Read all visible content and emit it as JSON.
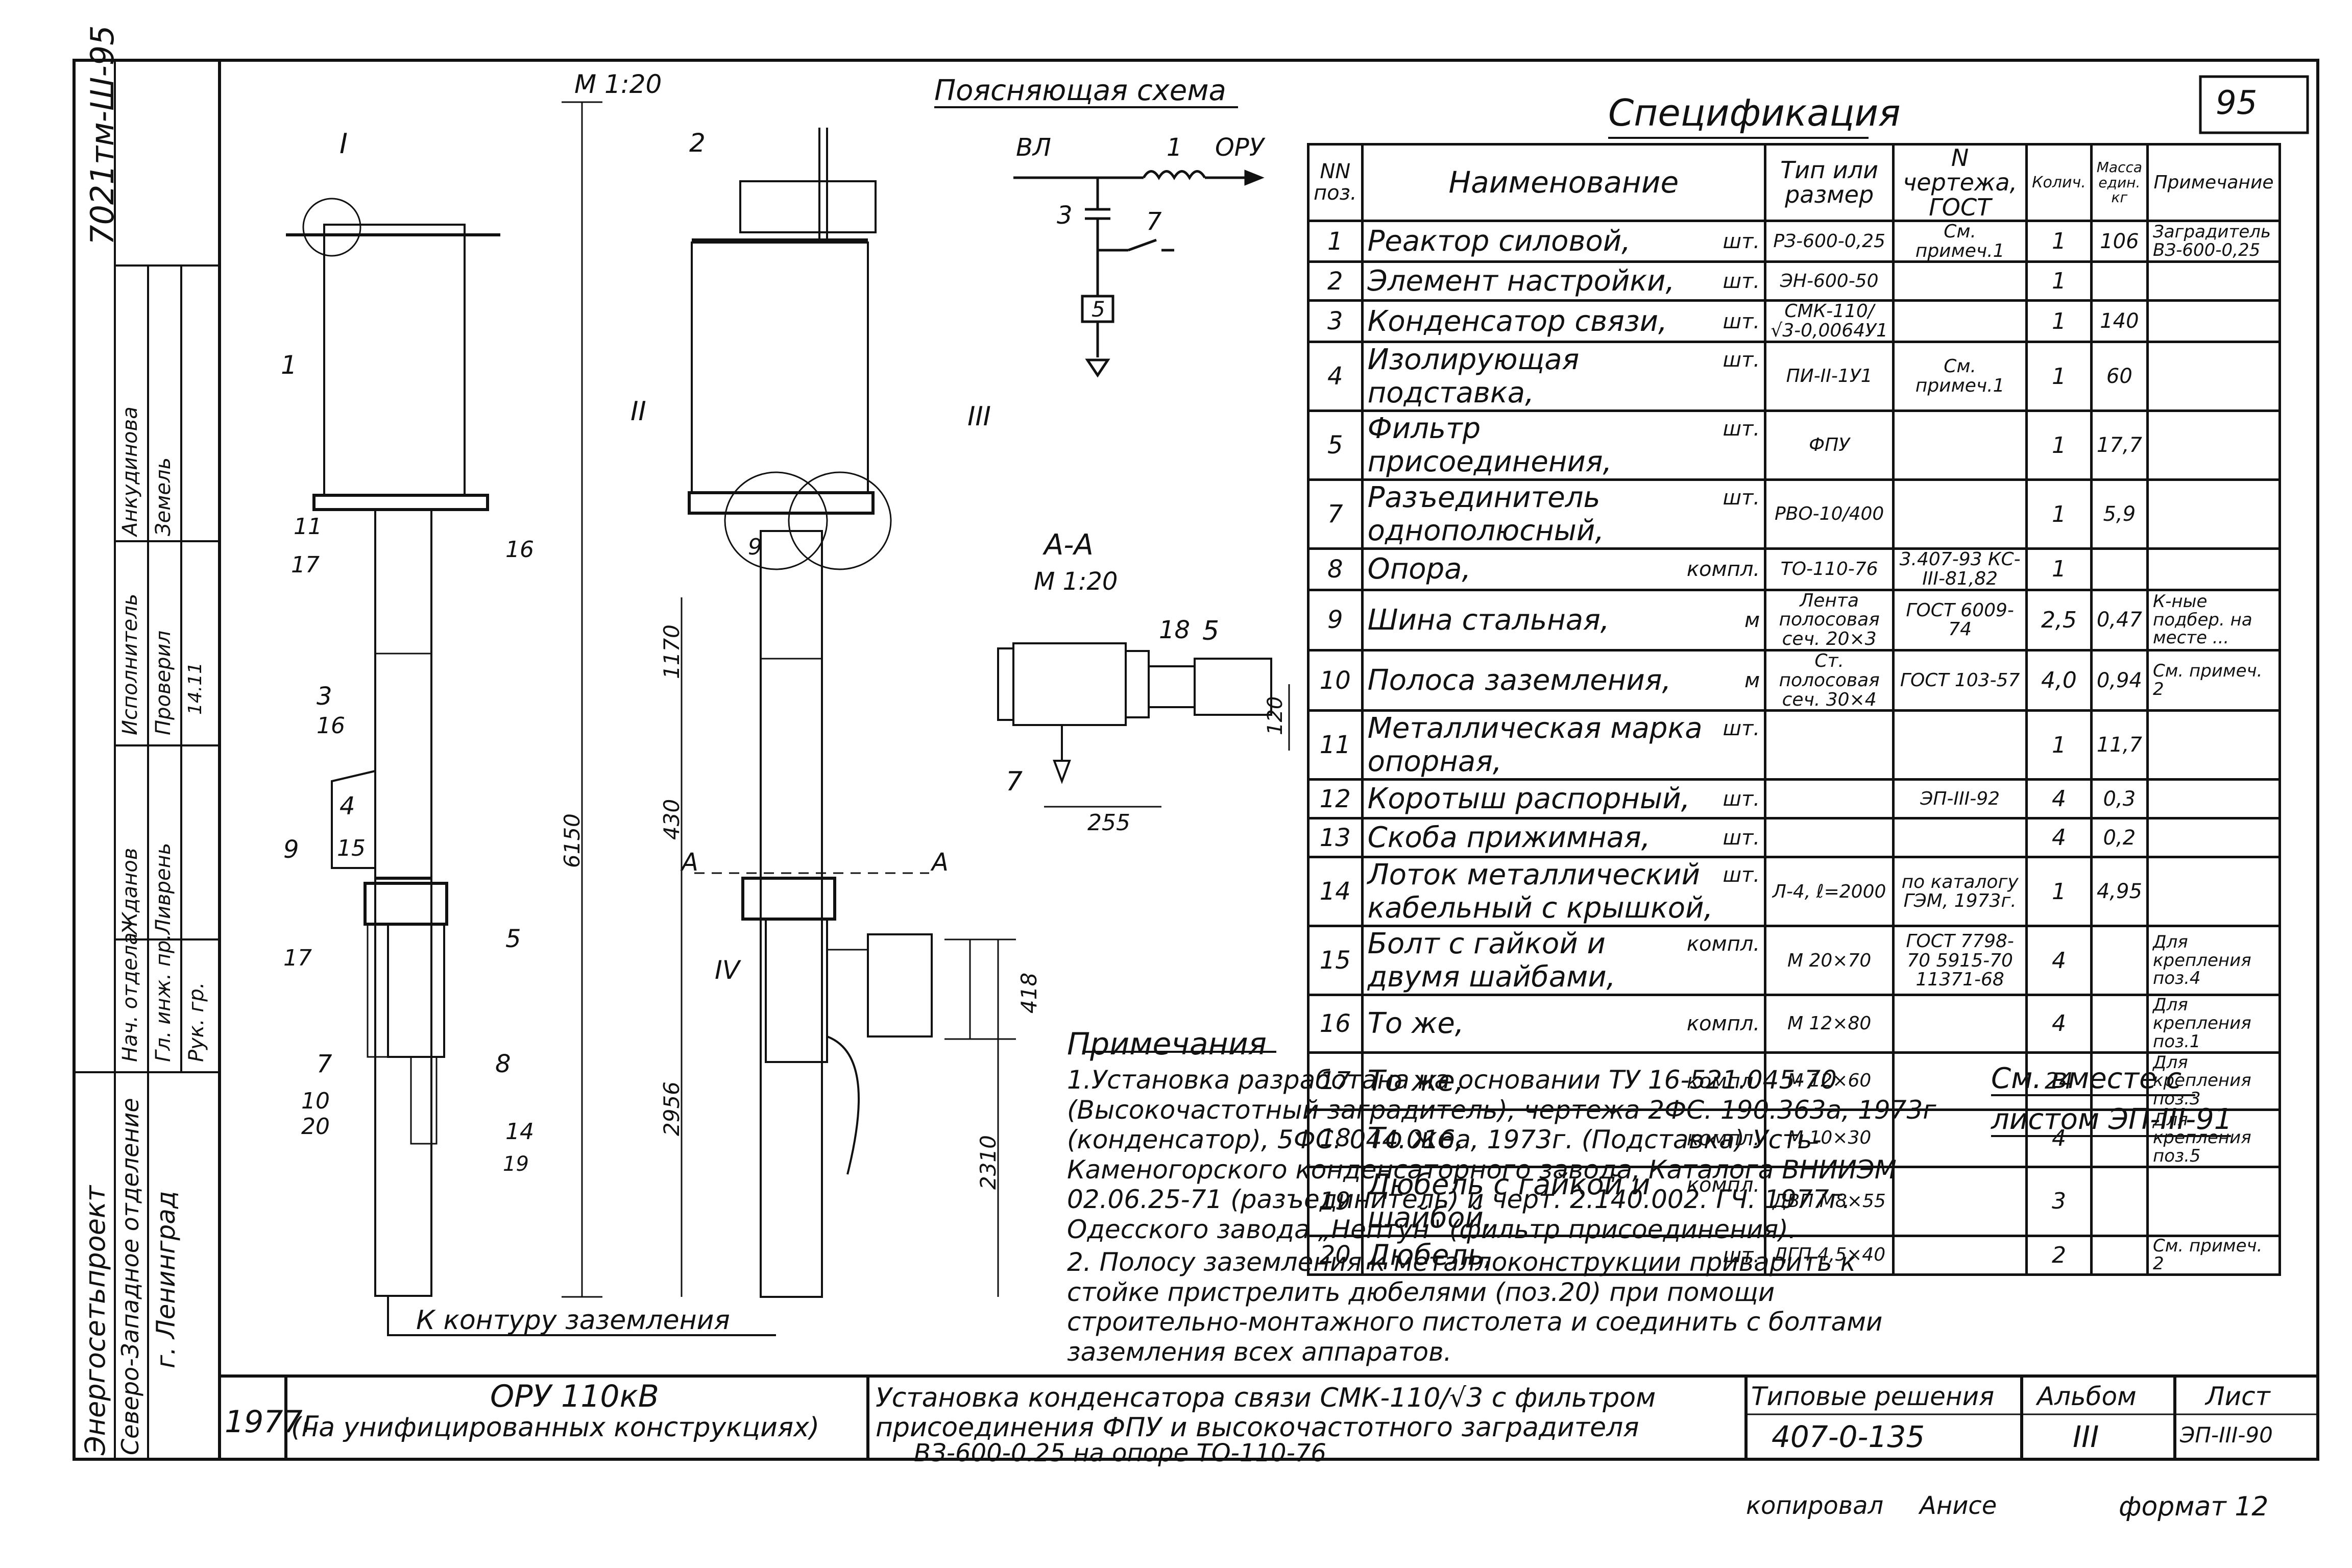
{
  "sheet_no": "95",
  "scale_main": "М 1:20",
  "side_code": "7021тм-Ш-95",
  "schema": {
    "title": "Поясняющая схема",
    "vl": "ВЛ",
    "oru": "ОРУ",
    "n1": "1",
    "n3": "3",
    "n7": "7",
    "n5": "5"
  },
  "section": {
    "title": "А-А",
    "scale": "М 1:20",
    "d255": "255",
    "d120": "120",
    "n18": "18",
    "n5": "5",
    "n7": "7"
  },
  "elevation": {
    "labels": [
      "I",
      "1",
      "11",
      "17",
      "16",
      "3",
      "16",
      "4",
      "9",
      "15",
      "5",
      "17",
      "7",
      "10",
      "20",
      "8",
      "14",
      "19",
      "II",
      "III",
      "2",
      "9",
      "IV",
      "A",
      "A"
    ],
    "dims": [
      "6150",
      "1170",
      "430",
      "2956",
      "418",
      "2310"
    ],
    "ground": "К контуру заземления"
  },
  "spec": {
    "title": "Спецификация",
    "headers": [
      "NN поз.",
      "Наименование",
      "Тип или размер",
      "N чертежа, ГОСТ",
      "Колич.",
      "Масса един. кг",
      "Примечание"
    ],
    "rows": [
      {
        "no": "1",
        "name": "Реактор силовой,",
        "unit": "шт.",
        "type": "РЗ-600-0,25",
        "gost": "См. примеч.1",
        "qty": "1",
        "mass": "106",
        "note": "Заградитель ВЗ-600-0,25"
      },
      {
        "no": "2",
        "name": "Элемент настройки,",
        "unit": "шт.",
        "type": "ЭН-600-50",
        "gost": "",
        "qty": "1",
        "mass": "",
        "note": ""
      },
      {
        "no": "3",
        "name": "Конденсатор связи,",
        "unit": "шт.",
        "type": "СМК-110/√3-0,0064У1",
        "gost": "",
        "qty": "1",
        "mass": "140",
        "note": ""
      },
      {
        "no": "4",
        "name": "Изолирующая подставка,",
        "unit": "шт.",
        "type": "ПИ-II-1У1",
        "gost": "См. примеч.1",
        "qty": "1",
        "mass": "60",
        "note": ""
      },
      {
        "no": "5",
        "name": "Фильтр присоединения,",
        "unit": "шт.",
        "type": "ФПУ",
        "gost": "",
        "qty": "1",
        "mass": "17,7",
        "note": ""
      },
      {
        "no": "7",
        "name": "Разъединитель однополюсный,",
        "unit": "шт.",
        "type": "РВО-10/400",
        "gost": "",
        "qty": "1",
        "mass": "5,9",
        "note": ""
      },
      {
        "no": "8",
        "name": "Опора,",
        "unit": "компл.",
        "type": "ТО-110-76",
        "gost": "3.407-93 КС-III-81,82",
        "qty": "1",
        "mass": "",
        "note": ""
      },
      {
        "no": "9",
        "name": "Шина стальная,",
        "unit": "м",
        "type": "Лента полосовая сеч. 20×3",
        "gost": "ГОСТ 6009-74",
        "qty": "2,5",
        "mass": "0,47",
        "note": "К-ные подбер. на месте ..."
      },
      {
        "no": "10",
        "name": "Полоса заземления,",
        "unit": "м",
        "type": "Ст. полосовая сеч. 30×4",
        "gost": "ГОСТ 103-57",
        "qty": "4,0",
        "mass": "0,94",
        "note": "См. примеч. 2"
      },
      {
        "no": "11",
        "name": "Металлическая марка опорная,",
        "unit": "шт.",
        "type": "",
        "gost": "",
        "qty": "1",
        "mass": "11,7",
        "note": ""
      },
      {
        "no": "12",
        "name": "Коротыш распорный,",
        "unit": "шт.",
        "type": "",
        "gost": "ЭП-III-92",
        "qty": "4",
        "mass": "0,3",
        "note": ""
      },
      {
        "no": "13",
        "name": "Скоба прижимная,",
        "unit": "шт.",
        "type": "",
        "gost": "",
        "qty": "4",
        "mass": "0,2",
        "note": ""
      },
      {
        "no": "14",
        "name": "Лоток металлический кабельный с крышкой,",
        "unit": "шт.",
        "type": "Л-4, ℓ=2000",
        "gost": "по каталогу ГЭМ, 1973г.",
        "qty": "1",
        "mass": "4,95",
        "note": ""
      },
      {
        "no": "15",
        "name": "Болт с гайкой и двумя шайбами,",
        "unit": "компл.",
        "type": "М 20×70",
        "gost": "ГОСТ 7798-70 5915-70 11371-68",
        "qty": "4",
        "mass": "",
        "note": "Для крепления поз.4"
      },
      {
        "no": "16",
        "name": "То же,",
        "unit": "компл.",
        "type": "М 12×80",
        "gost": "",
        "qty": "4",
        "mass": "",
        "note": "Для крепления поз.1"
      },
      {
        "no": "17",
        "name": "То же,",
        "unit": "компл.",
        "type": "М 12×60",
        "gost": "",
        "qty": "24",
        "mass": "",
        "note": "Для крепления поз.3"
      },
      {
        "no": "18",
        "name": "То же,",
        "unit": "компл.",
        "type": "М 10×30",
        "gost": "",
        "qty": "4",
        "mass": "",
        "note": "Для крепления поз.5"
      },
      {
        "no": "19",
        "name": "Дюбель с гайкой и шайбой,",
        "unit": "компл.",
        "type": "ДВП М8×55",
        "gost": "",
        "qty": "3",
        "mass": "",
        "note": ""
      },
      {
        "no": "20",
        "name": "Дюбель,",
        "unit": "шт.",
        "type": "ДГП 4,5×40",
        "gost": "",
        "qty": "2",
        "mass": "",
        "note": "См. примеч. 2"
      }
    ]
  },
  "notes": {
    "title": "Примечания",
    "items": [
      "1.Установка разработана на основании ТУ 16-521.045-70 (Высокочастотный заградитель), чертежа 2ФС. 190.363а, 1973г (конденсатор), 5ФС. 044.016а, 1973г. (Подставка) Усть-Каменогорского конденсаторного завода, Каталога ВНИИЭМ 02.06.25-71 (разъединитель) и черт. 2.140.002. ГЧ. 1977г. Одесского завода „Нептун\" (фильтр присоединения).",
      "2. Полосу заземления к металлоконструкции приварить к стойке пристрелить дюбелями (поз.20) при помощи строительно-монтажного пистолета и соединить с болтами заземления всех аппаратов."
    ],
    "see_also_1": "См. вместе с",
    "see_also_2": "листом ЭП-III-91"
  },
  "stamp_left": {
    "org1": "Энергосетьпроект",
    "org2": "Северо-Западное отделение",
    "org3": "г. Ленинград",
    "roles": [
      "Нач. отдела",
      "Гл. инж. пр.",
      "Рук. гр.",
      "Исполнитель",
      "Проверил"
    ],
    "names": [
      "Жданов",
      "Ливрень",
      "",
      "Анкудинова",
      "Земель"
    ],
    "date": "14.11",
    "year": "1977г"
  },
  "title_block": {
    "object1": "ОРУ 110кВ",
    "object2": "(на унифицированных конструкциях)",
    "title1": "Установка конденсатора связи СМК-110/√3 с фильтром",
    "title2": "присоединения ФПУ и высокочастотного заградителя",
    "title3": "ВЗ-600-0.25 на опоре ТО-110-76",
    "typical": "Типовые решения",
    "typical_no": "407-0-135",
    "album_lbl": "Альбом",
    "album_no": "III",
    "sheet_lbl": "Лист",
    "sheet_code": "ЭП-III-90"
  },
  "footer": {
    "copied": "копировал",
    "copier": "Анисе",
    "format": "формат 12"
  }
}
